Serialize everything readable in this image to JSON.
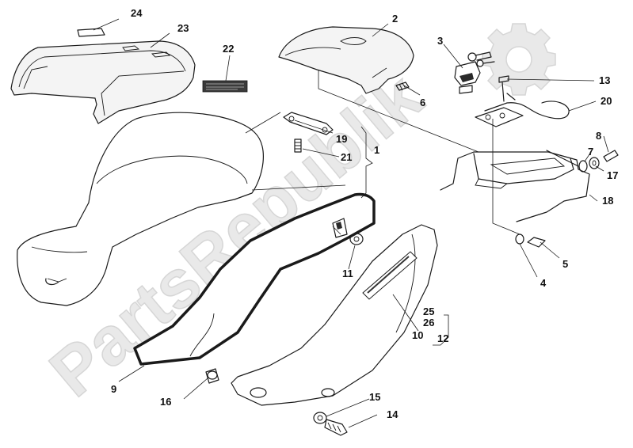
{
  "watermark": {
    "text": "PartsRepublik",
    "icon": "gear-icon"
  },
  "callouts": {
    "c1": "1",
    "c2": "2",
    "c3": "3",
    "c4": "4",
    "c5": "5",
    "c6": "6",
    "c7": "7",
    "c8": "8",
    "c9": "9",
    "c10": "10",
    "c11": "11",
    "c12": "12",
    "c13": "13",
    "c14": "14",
    "c15": "15",
    "c16": "16",
    "c17": "17",
    "c18": "18",
    "c19": "19",
    "c20": "20",
    "c21": "21",
    "c22": "22",
    "c23": "23",
    "c24": "24",
    "c25": "25",
    "c26": "26"
  },
  "colors": {
    "line": "#1a1a1a",
    "watermark_fill": "#e9e9e9",
    "background": "#ffffff"
  }
}
